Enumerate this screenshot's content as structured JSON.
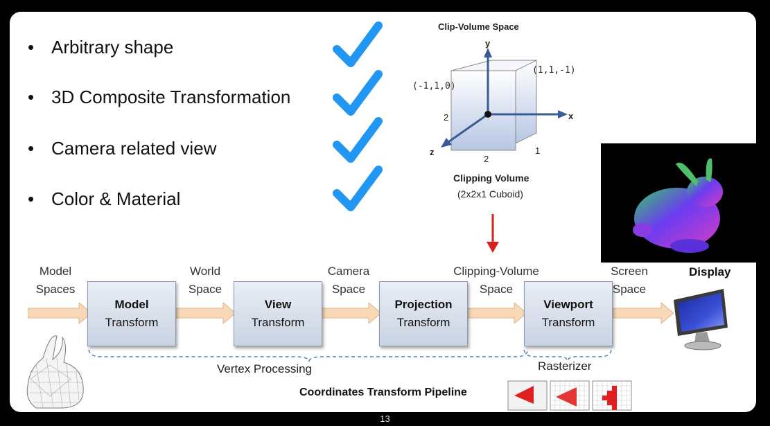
{
  "bullets": [
    {
      "text": "Arbitrary shape"
    },
    {
      "text": "3D Composite Transformation"
    },
    {
      "text": "Camera related view"
    },
    {
      "text": "Color & Material"
    }
  ],
  "bullet_glyph": "•",
  "clip_diagram": {
    "title": "Clip-Volume Space",
    "axis_y": "y",
    "axis_x": "x",
    "axis_z": "z",
    "corner_left": "(-1,1,0)",
    "corner_right": "(1,1,-1)",
    "dim_height": "2",
    "dim_width": "2",
    "dim_depth": "1",
    "caption_1": "Clipping Volume",
    "caption_2": "(2x2x1 Cuboid)"
  },
  "pipeline": {
    "inputs": [
      {
        "line1": "Model",
        "line2": "Spaces"
      },
      {
        "line1": "World",
        "line2": "Space"
      },
      {
        "line1": "Camera",
        "line2": "Space"
      },
      {
        "line1": "Clipping-Volume",
        "line2": "Space"
      },
      {
        "line1": "Screen",
        "line2": "Space"
      }
    ],
    "stages": [
      {
        "bold": "Model",
        "sub": "Transform"
      },
      {
        "bold": "View",
        "sub": "Transform"
      },
      {
        "bold": "Projection",
        "sub": "Transform"
      },
      {
        "bold": "Viewport",
        "sub": "Transform"
      }
    ],
    "display_label": "Display",
    "group_vertex": "Vertex Processing",
    "group_raster": "Rasterizer",
    "caption": "Coordinates Transform Pipeline"
  },
  "page_number": "13",
  "colors": {
    "check": "#2196F3",
    "arrow_fill": "#f7d9b8",
    "arrow_stroke": "#e3b48a",
    "axis": "#3a5a98",
    "red_arrow": "#d62020",
    "dash": "#5a7db3"
  }
}
